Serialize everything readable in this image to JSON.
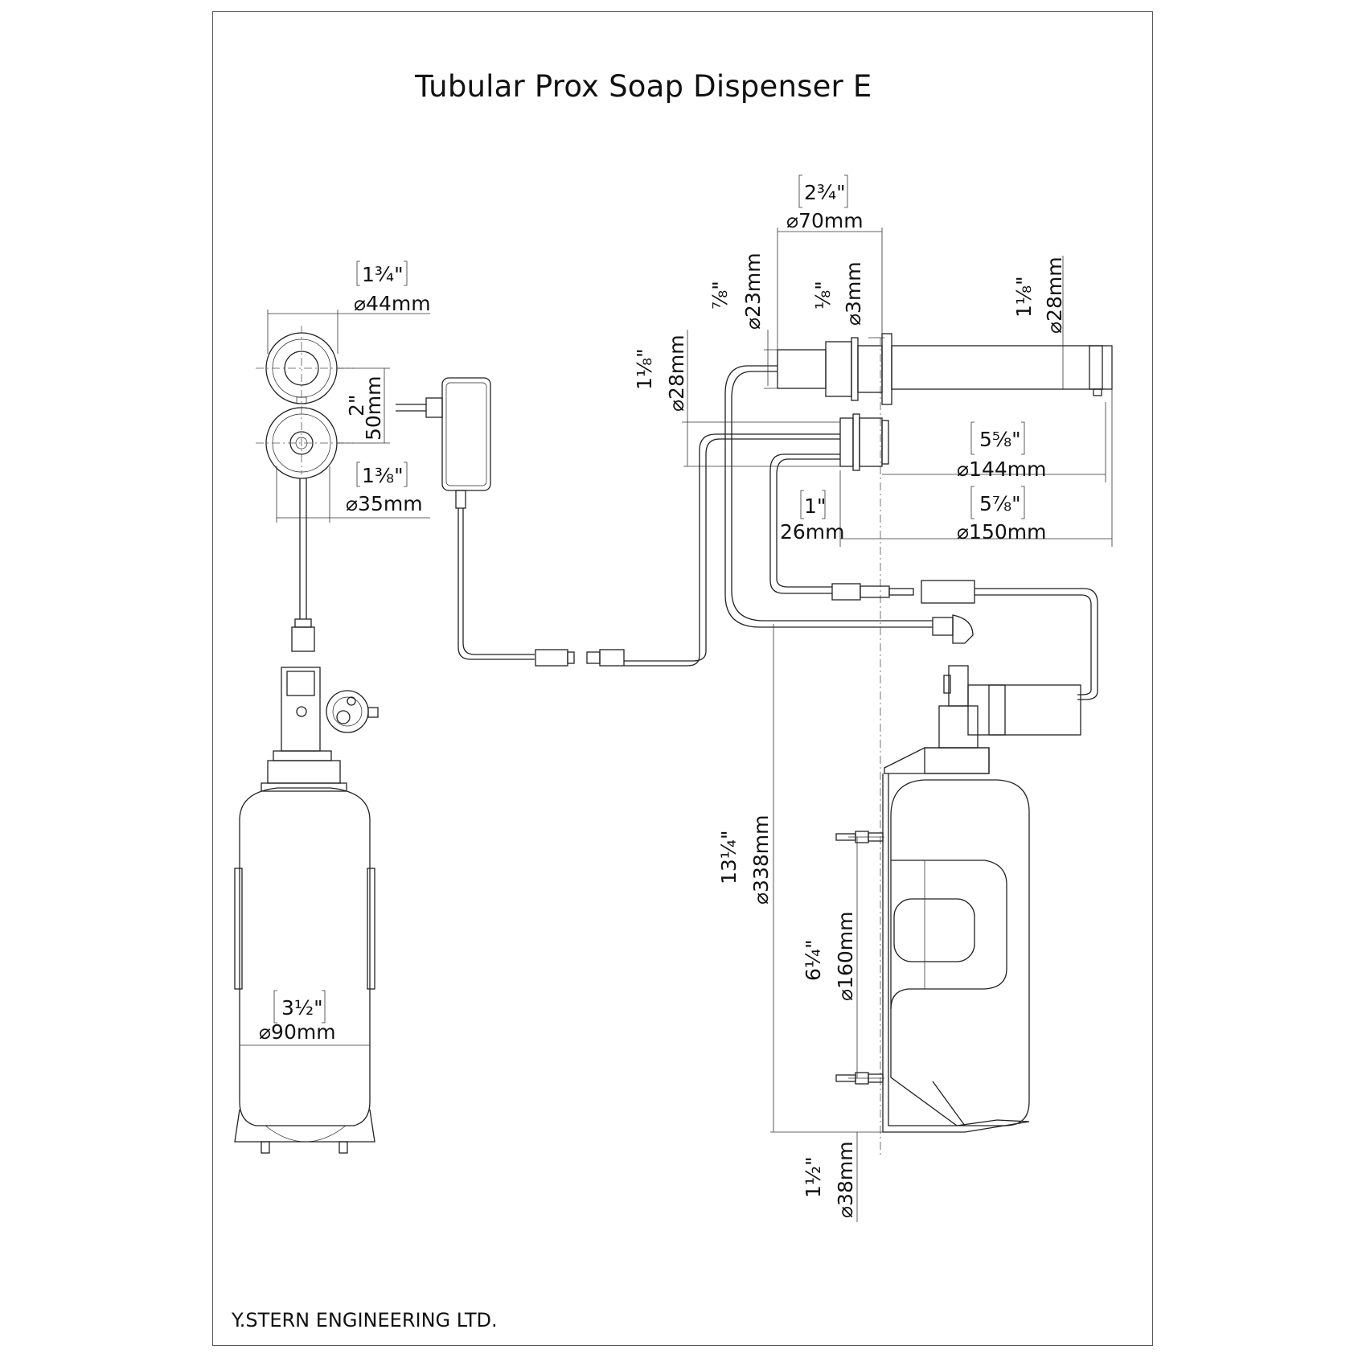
{
  "title": "Tubular Prox Soap Dispenser E",
  "company": "Y.STERN ENGINEERING LTD.",
  "dimensions": {
    "sensor_outer": {
      "inch": "1¾\"",
      "mm": "⌀44mm"
    },
    "sensor_pitch": {
      "inch": "2\"",
      "mm": "50mm"
    },
    "sensor_inner": {
      "inch": "1⅜\"",
      "mm": "⌀35mm"
    },
    "bottle_dia": {
      "inch": "3½\"",
      "mm": "⌀90mm"
    },
    "spout_flange": {
      "inch": "2¾\"",
      "mm": "⌀70mm"
    },
    "spout_body": {
      "inch": "⅞\"",
      "mm": "⌀23mm"
    },
    "spout_plate": {
      "inch": "⅛\"",
      "mm": "⌀3mm"
    },
    "spout_tube": {
      "inch": "1⅛\"",
      "mm": "⌀28mm"
    },
    "base_height": {
      "inch": "1⅛\"",
      "mm": "⌀28mm"
    },
    "spout_reach": {
      "inch": "5⅝\"",
      "mm": "⌀144mm"
    },
    "spout_total": {
      "inch": "5⅞\"",
      "mm": "⌀150mm"
    },
    "deck": {
      "inch": "1\"",
      "mm": "26mm"
    },
    "total_height": {
      "inch": "13¼\"",
      "mm": "⌀338mm"
    },
    "bracket_holes": {
      "inch": "6¼\"",
      "mm": "⌀160mm"
    },
    "bottom_gap": {
      "inch": "1½\"",
      "mm": "⌀38mm"
    }
  }
}
